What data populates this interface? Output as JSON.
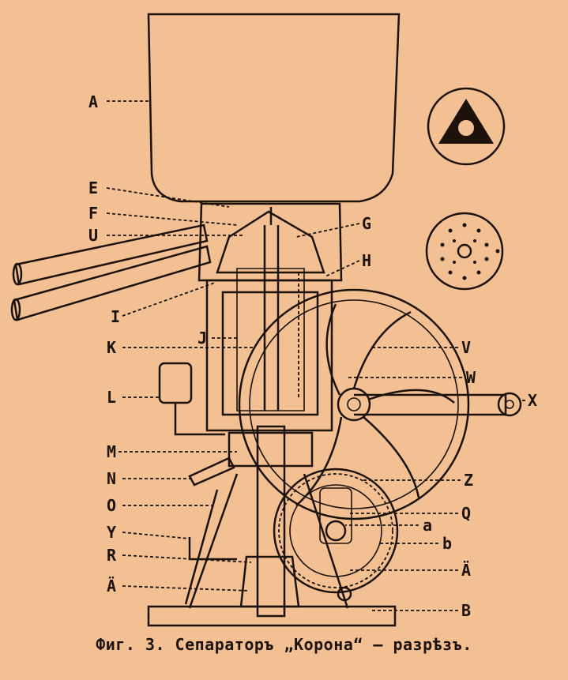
{
  "caption": "Фиг. 3. Сепараторъ „Корона“ — разрѣзъ.",
  "labels": {
    "A": "A",
    "E": "E",
    "F": "F",
    "U": "U",
    "G": "G",
    "H": "H",
    "I": "I",
    "J": "J",
    "K": "K",
    "L": "L",
    "V": "V",
    "W": "W",
    "X": "X",
    "M": "M",
    "N": "N",
    "Z": "Z",
    "O": "O",
    "Q": "Q",
    "a": "a",
    "Y": "Y",
    "b": "b",
    "R": "R",
    "A2": "Ä",
    "A3": "Ä",
    "B": "B"
  },
  "colors": {
    "paper": "#f2c092",
    "ink": "#1c120b"
  }
}
